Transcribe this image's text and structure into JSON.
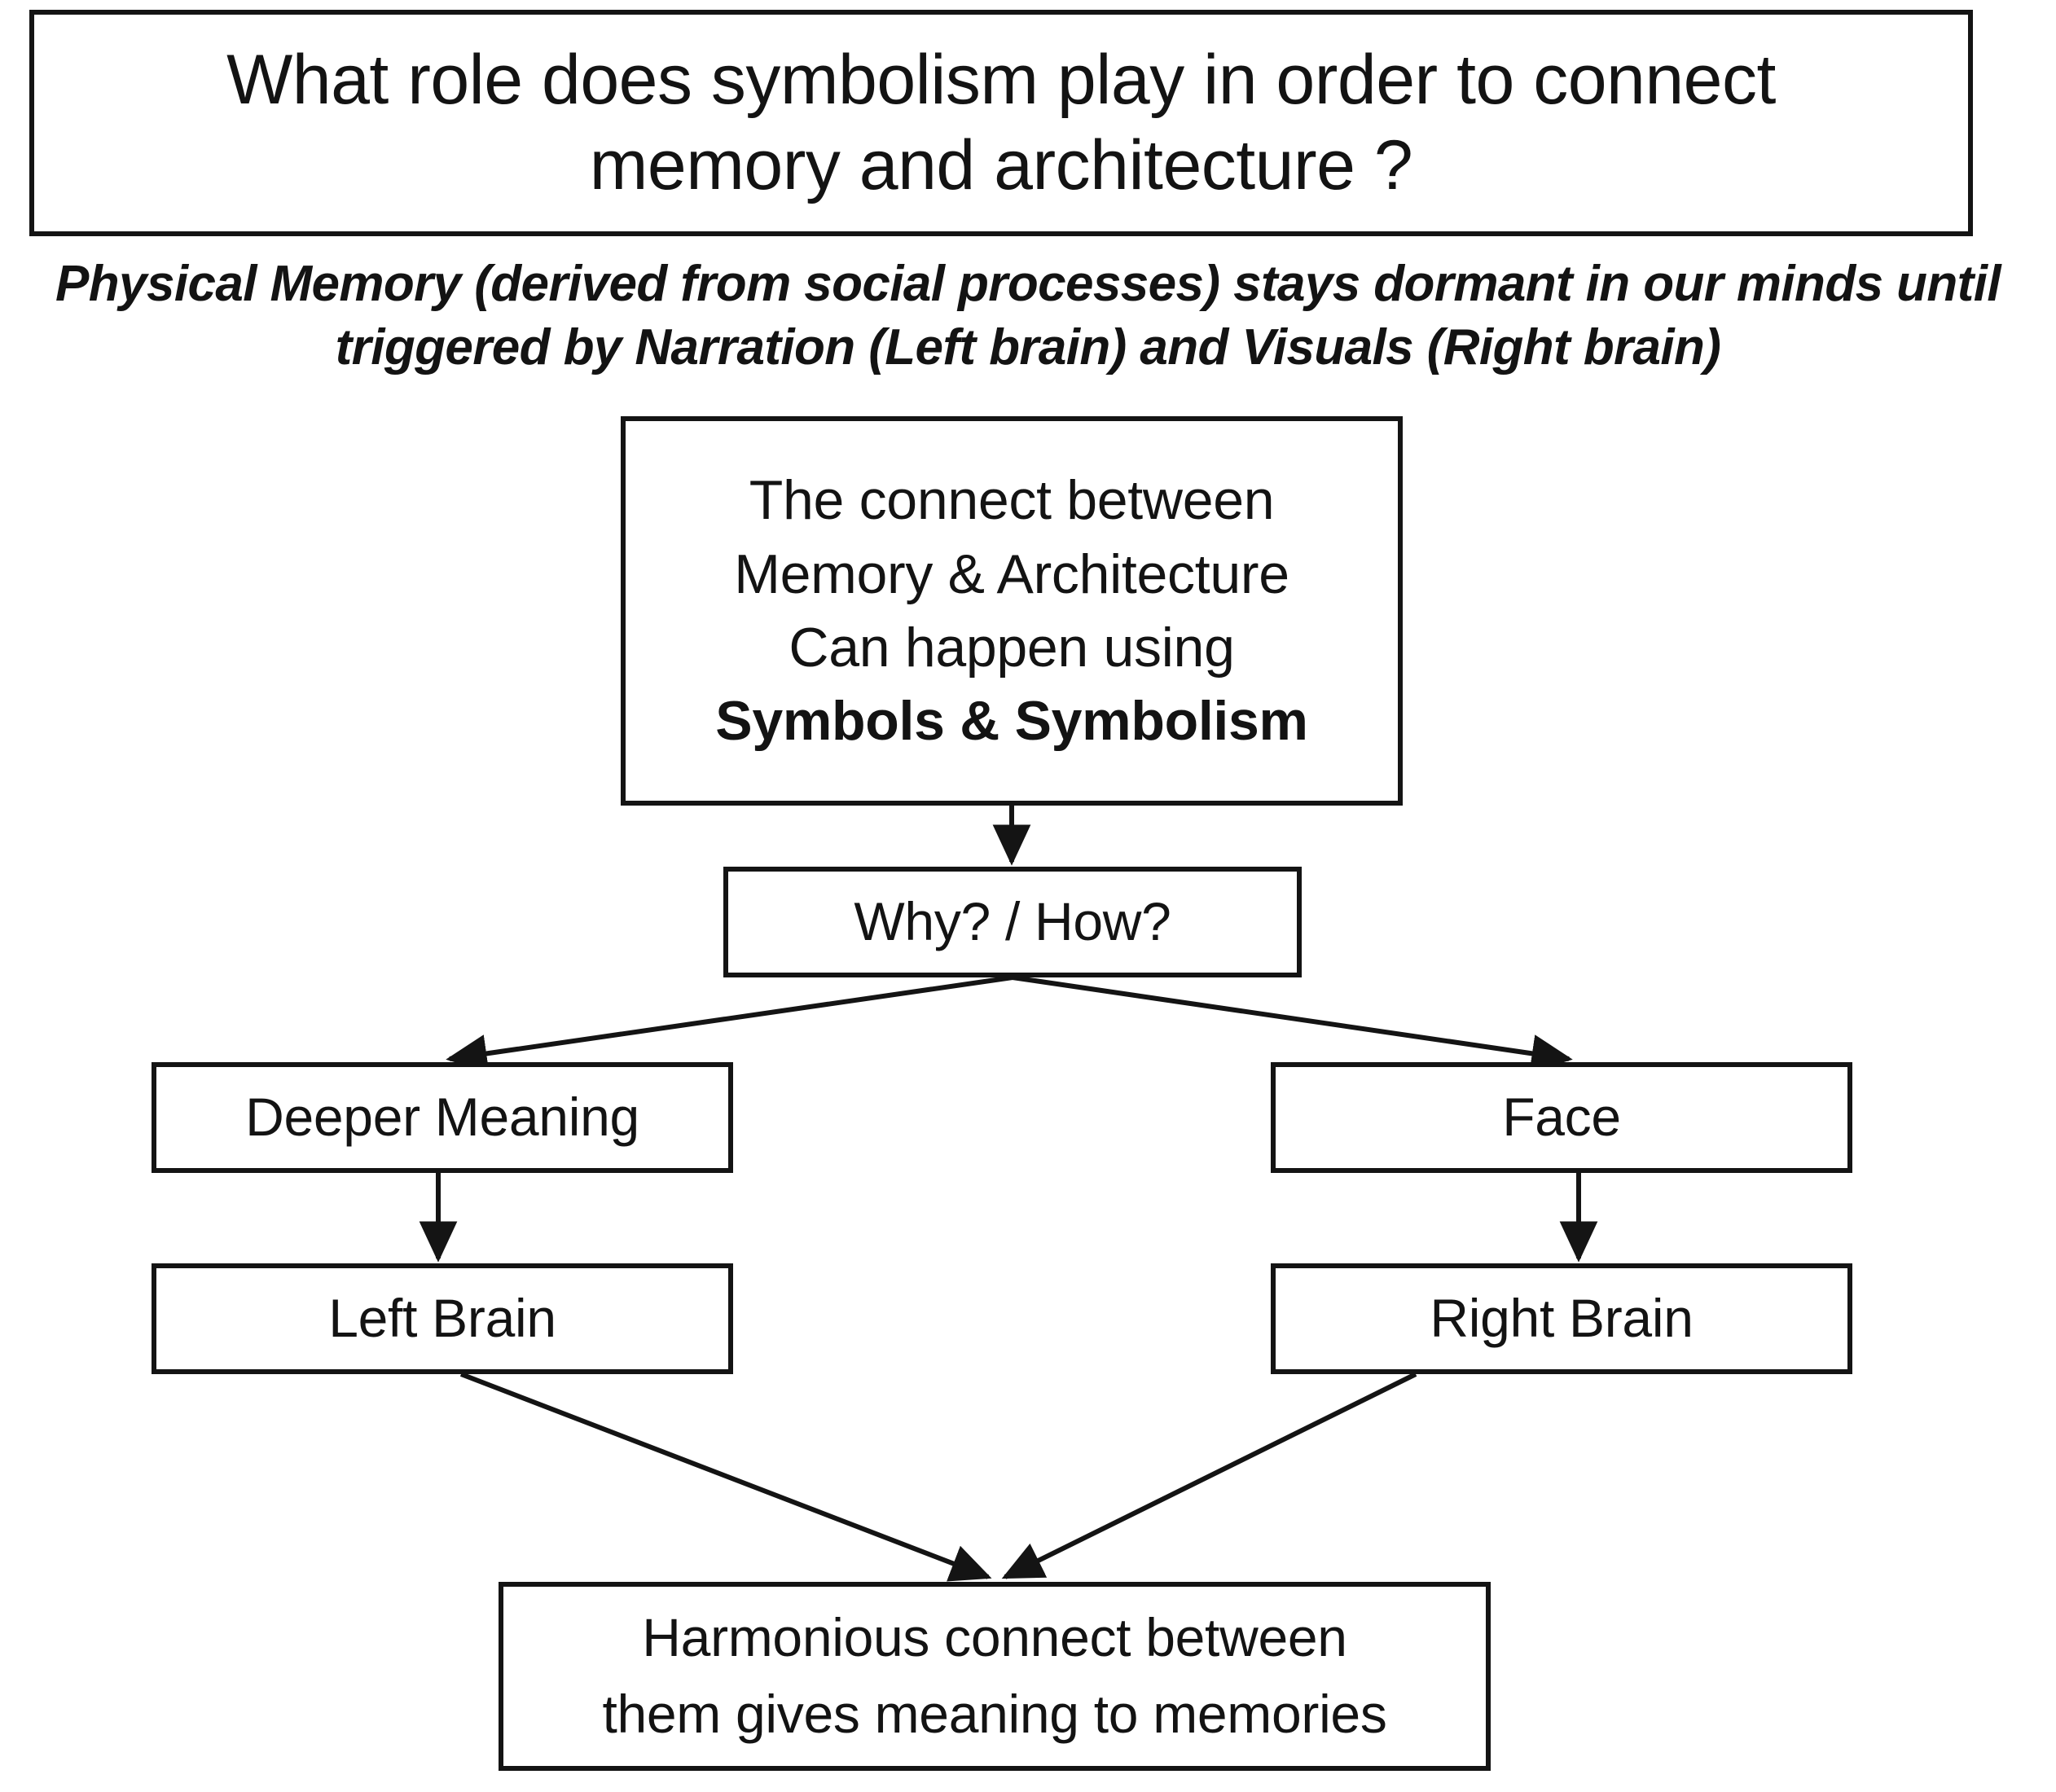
{
  "title": {
    "line1": "What role does symbolism play in order to connect",
    "line2": "memory and architecture ?"
  },
  "subtitle": {
    "line1": "Physical Memory (derived from social processes) stays dormant in our minds until",
    "line2": "triggered by Narration (Left brain) and Visuals (Right brain)"
  },
  "nodes": {
    "connect": {
      "line1": "The connect between",
      "line2": "Memory & Architecture",
      "line3": "Can happen using",
      "line4": "Symbols & Symbolism"
    },
    "why_how": {
      "label": "Why? / How?"
    },
    "deeper_meaning": {
      "label": "Deeper Meaning"
    },
    "face": {
      "label": "Face"
    },
    "left_brain": {
      "label": "Left Brain"
    },
    "right_brain": {
      "label": "Right Brain"
    },
    "harmonious": {
      "line1": "Harmonious connect between",
      "line2": "them gives meaning to memories"
    }
  },
  "colors": {
    "stroke": "#141414",
    "text": "#131313",
    "background": "#ffffff"
  }
}
